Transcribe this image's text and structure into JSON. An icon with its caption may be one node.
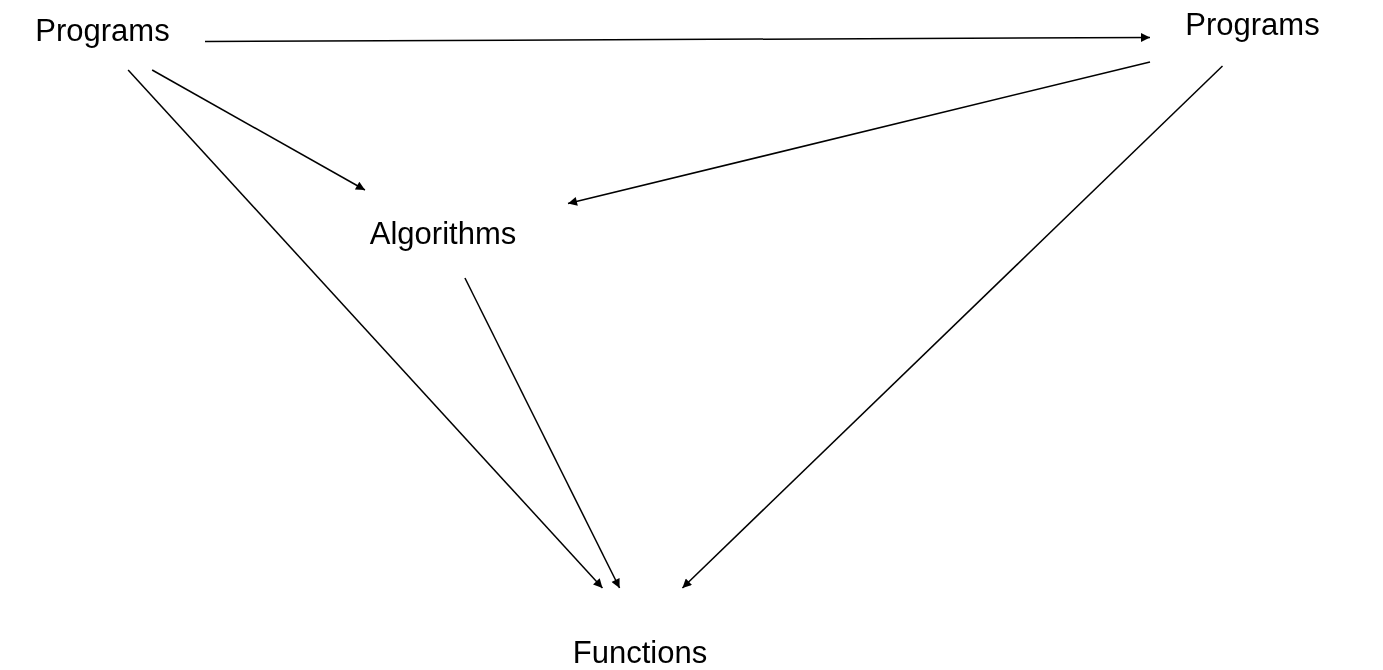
{
  "diagram": {
    "nodes": [
      {
        "text": [
          "Programs"
        ]
      },
      {
        "text": [
          "Programs"
        ]
      },
      {
        "text": [
          "Algorithms"
        ]
      },
      {
        "text": [
          "Functions"
        ]
      }
    ],
    "edges": [
      {
        "from": 0,
        "to": 1,
        "arrow": "to"
      },
      {
        "from": 0,
        "to": 2,
        "arrow": "to"
      },
      {
        "from": 1,
        "to": 2,
        "arrow": "to"
      },
      {
        "from": 0,
        "to": 3,
        "arrow": "to"
      },
      {
        "from": 2,
        "to": 3,
        "arrow": "to"
      },
      {
        "from": 1,
        "to": 3,
        "arrow": "to"
      }
    ]
  }
}
